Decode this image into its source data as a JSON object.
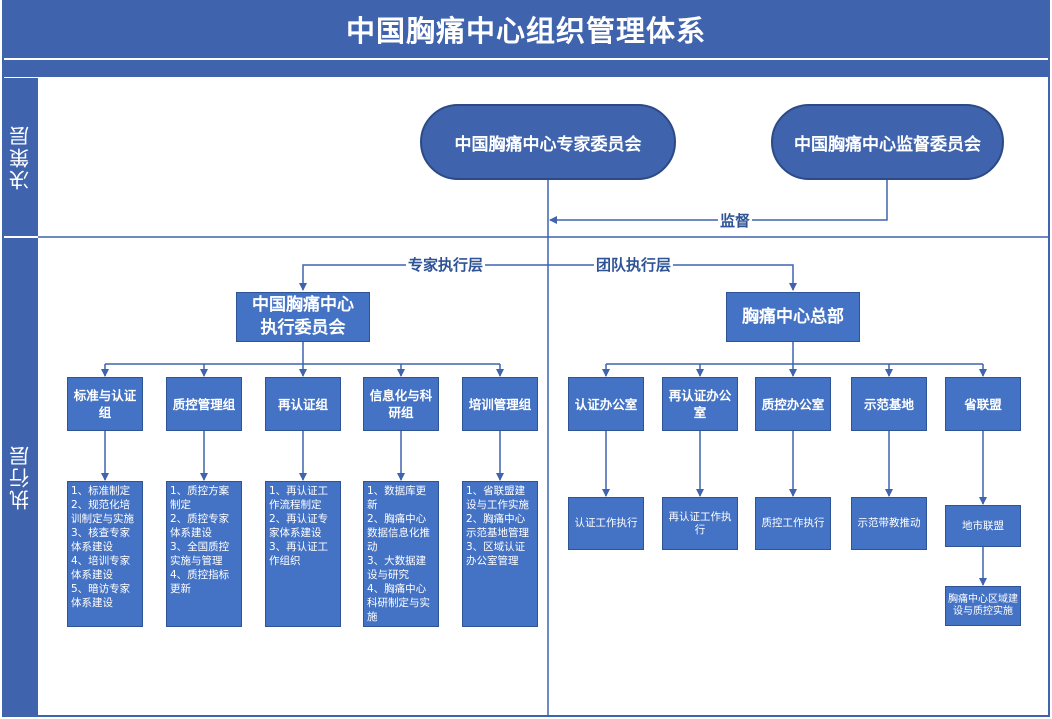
{
  "title": "中国胸痛中心组织管理体系",
  "lanes": {
    "decision": "决策层",
    "execution": "执行层"
  },
  "committees": {
    "expert": "中国胸痛中心专家委员会",
    "supervision": "中国胸痛中心监督委员会",
    "supervise_label": "监督"
  },
  "branches": {
    "expert_exec": "专家执行层",
    "team_exec": "团队执行层"
  },
  "exec_committee": {
    "line1": "中国胸痛中心",
    "line2": "执行委员会"
  },
  "headquarters": "胸痛中心总部",
  "left_groups": [
    {
      "name": "标准与认证组",
      "tasks": "1、标准制定\n2、规范化培训制定与实施\n3、核查专家体系建设\n4、培训专家体系建设\n5、暗访专家体系建设"
    },
    {
      "name": "质控管理组",
      "tasks": "1、质控方案制定\n2、质控专家体系建设\n3、全国质控实施与管理\n4、质控指标更新"
    },
    {
      "name": "再认证组",
      "tasks": "1、再认证工作流程制定\n2、再认证专家体系建设\n3、再认证工作组织"
    },
    {
      "name": "信息化与科研组",
      "tasks": "1、数据库更新\n2、胸痛中心数据信息化推动\n3、大数据建设与研究\n4、胸痛中心科研制定与实施"
    },
    {
      "name": "培训管理组",
      "tasks": "1、省联盟建设与工作实施\n2、胸痛中心示范基地管理\n3、区域认证办公室管理"
    }
  ],
  "right_groups": [
    {
      "name": "认证办公室",
      "task": "认证工作执行"
    },
    {
      "name": "再认证办公室",
      "task": "再认证工作执行"
    },
    {
      "name": "质控办公室",
      "task": "质控工作执行"
    },
    {
      "name": "示范基地",
      "task": "示范带教推动"
    },
    {
      "name": "省联盟",
      "task": "地市联盟",
      "extra": "胸痛中心区域建设与质控实施"
    }
  ]
}
